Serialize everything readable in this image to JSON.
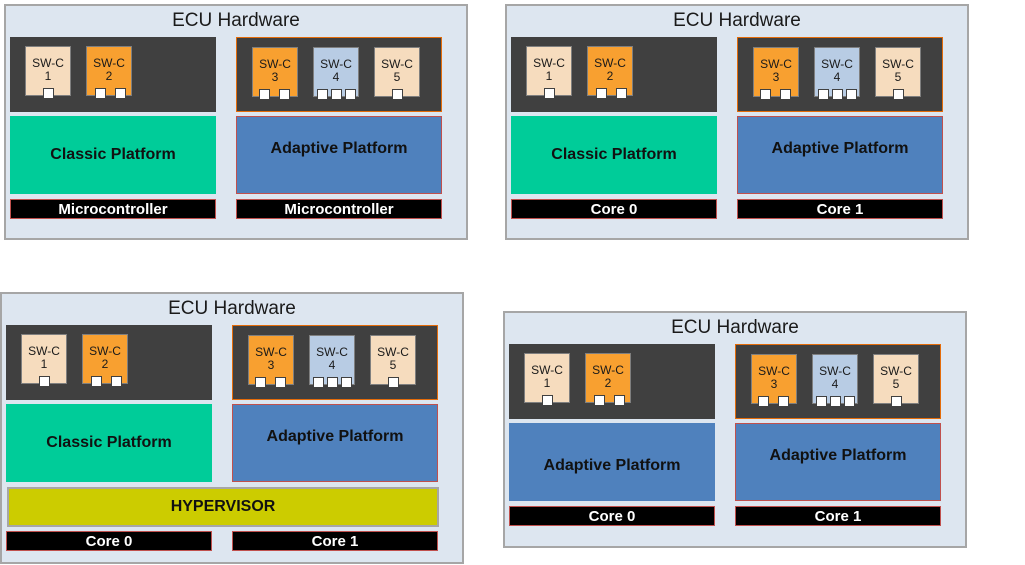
{
  "diagram_1": {
    "title": "ECU Hardware",
    "left": {
      "swcs": [
        {
          "top": "SW-C",
          "num": "1"
        },
        {
          "top": "SW-C",
          "num": "2"
        }
      ],
      "platform": "Classic Platform",
      "bar": "Microcontroller"
    },
    "right": {
      "swcs": [
        {
          "top": "SW-C",
          "num": "3"
        },
        {
          "top": "SW-C",
          "num": "4"
        },
        {
          "top": "SW-C",
          "num": "5"
        }
      ],
      "platform": "Adaptive Platform",
      "bar": "Microcontroller"
    }
  },
  "diagram_2": {
    "title": "ECU Hardware",
    "left": {
      "swcs": [
        {
          "top": "SW-C",
          "num": "1"
        },
        {
          "top": "SW-C",
          "num": "2"
        }
      ],
      "platform": "Classic Platform",
      "bar": "Core 0"
    },
    "right": {
      "swcs": [
        {
          "top": "SW-C",
          "num": "3"
        },
        {
          "top": "SW-C",
          "num": "4"
        },
        {
          "top": "SW-C",
          "num": "5"
        }
      ],
      "platform": "Adaptive Platform",
      "bar": "Core 1"
    }
  },
  "diagram_3": {
    "title": "ECU Hardware",
    "left": {
      "swcs": [
        {
          "top": "SW-C",
          "num": "1"
        },
        {
          "top": "SW-C",
          "num": "2"
        }
      ],
      "platform": "Classic Platform",
      "bar": "Core 0"
    },
    "right": {
      "swcs": [
        {
          "top": "SW-C",
          "num": "3"
        },
        {
          "top": "SW-C",
          "num": "4"
        },
        {
          "top": "SW-C",
          "num": "5"
        }
      ],
      "platform": "Adaptive Platform",
      "bar": "Core 1"
    },
    "hypervisor": "HYPERVISOR"
  },
  "diagram_4": {
    "title": "ECU Hardware",
    "left": {
      "swcs": [
        {
          "top": "SW-C",
          "num": "1"
        },
        {
          "top": "SW-C",
          "num": "2"
        }
      ],
      "platform": "Adaptive Platform",
      "bar": "Core 0"
    },
    "right": {
      "swcs": [
        {
          "top": "SW-C",
          "num": "3"
        },
        {
          "top": "SW-C",
          "num": "4"
        },
        {
          "top": "SW-C",
          "num": "5"
        }
      ],
      "platform": "Adaptive Platform",
      "bar": "Core 1"
    }
  },
  "colors": {
    "ecu_background": "#dde6f0",
    "classic_platform": "#00cc99",
    "adaptive_platform": "#4f81bd",
    "hypervisor": "#cccc00",
    "swc_cream": "#f6dcbe",
    "swc_orange": "#f8a030",
    "swc_blue": "#b8cce4",
    "swc_container": "#404040"
  }
}
